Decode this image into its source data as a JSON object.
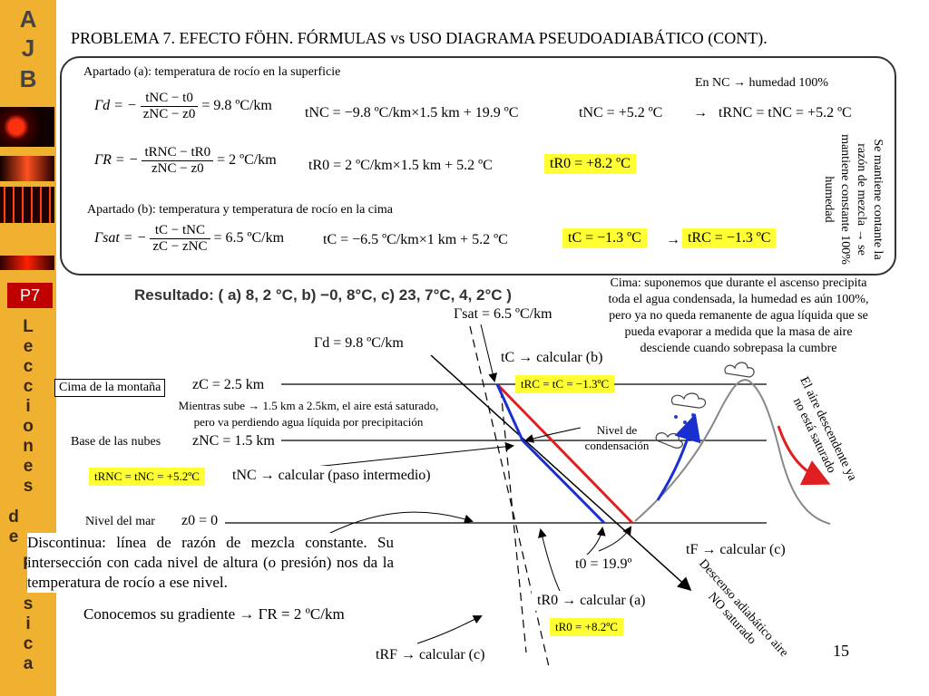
{
  "title": "PROBLEMA 7. EFECTO FÖHN. FÓRMULAS vs USO DIAGRAMA PSEUDOADIABÁTICO (CONT).",
  "sidebar": {
    "letters_top": [
      "A",
      "J",
      "B"
    ],
    "badge": "P7",
    "vertical_letters": [
      "L",
      "e",
      "c",
      "c",
      "i",
      "o",
      "n",
      "e",
      "s",
      "d",
      "e",
      "F",
      "í",
      "s",
      "i",
      "c",
      "a"
    ]
  },
  "panel": {
    "section_a": "Apartado (a): temperatura de rocío en la superficie",
    "section_b": "Apartado (b): temperatura y temperatura de rocío en la cima",
    "nc_note": "En NC → humedad 100%",
    "arrow": "→",
    "f1_lhs": "Γd = −",
    "f1_num": "tNC − t0",
    "f1_den": "zNC − z0",
    "f1_rhs": "= 9.8 ºC/km",
    "f2": "tNC = −9.8 ºC/km×1.5 km + 19.9 ºC",
    "f3": "tNC = +5.2 ºC",
    "f4": "tRNC = tNC = +5.2 ºC",
    "f5_lhs": "ΓR = −",
    "f5_num": "tRNC − tR0",
    "f5_den": "zNC − z0",
    "f5_rhs": "= 2 ºC/km",
    "f6": "tR0 = 2 ºC/km×1.5 km + 5.2 ºC",
    "f7": "tR0 = +8.2 ºC",
    "f8_lhs": "Γsat = −",
    "f8_num": "tC − tNC",
    "f8_den": "zC − zNC",
    "f8_rhs": "= 6.5 ºC/km",
    "f9": "tC = −6.5 ºC/km×1 km + 5.2 ºC",
    "f10": "tC = −1.3 ºC",
    "f11": "tRC = −1.3 ºC",
    "vertical_note": "Se mantiene contante la razón de mezcla → se mantiene constante 100% humedad"
  },
  "result": "Resultado: ( a) 8, 2 °C, b) −0, 8°C, c) 23, 7°C, 4, 2°C )",
  "cima_note": "Cima: suponemos que durante el ascenso precipita toda el agua condensada, la humedad es aún 100%, pero ya no queda remanente de agua líquida que se pueda evaporar a medida que la masa de aire desciende cuando sobrepasa la cumbre",
  "diagram": {
    "gamma_sat": "Γsat = 6.5 ºC/km",
    "gamma_d": "Γd = 9.8 ºC/km",
    "tc_calc": "tC → calcular (b)",
    "cima_label": "Cima de la montaña",
    "zc": "zC = 2.5 km",
    "trc_box": "tRC = tC = −1.3ºC",
    "saturado_note_1": "Mientras sube → 1.5 km a 2.5km, el aire está saturado,",
    "saturado_note_2": "pero va perdiendo agua líquida por precipitación",
    "nivel_cond": "Nivel de condensación",
    "base_label": "Base de las nubes",
    "znc": "zNC = 1.5 km",
    "trnc_box": "tRNC = tNC = +5.2ºC",
    "tnc_calc": "tNC → calcular  (paso  intermedio)",
    "mar_label": "Nivel del mar",
    "z0": "z0 = 0",
    "tf_calc": "tF → calcular (c)",
    "t0": "t0 = 19.9º",
    "tr0_calc": "tR0 → calcular (a)",
    "tr0_box": "tR0 = +8.2ºC",
    "trf_calc": "tRF → calcular (c)",
    "descenso": "Descenso adiabático aire NO saturado",
    "aire_desc": "El aire descendente ya no está saturado",
    "discont": "Discontinua: línea de razón de mezcla constante. Su intersección con cada nivel de altura (o presión) nos da la temperatura de rocío a ese nivel.",
    "gradiente": "Conocemos su gradiente → ΓR = 2 ºC/km"
  },
  "page_number": "15",
  "colors": {
    "sidebar": "#f0b030",
    "badge": "#c00000",
    "highlight": "#ffff33",
    "red_line": "#e02020",
    "blue_line": "#1a2fd0"
  }
}
